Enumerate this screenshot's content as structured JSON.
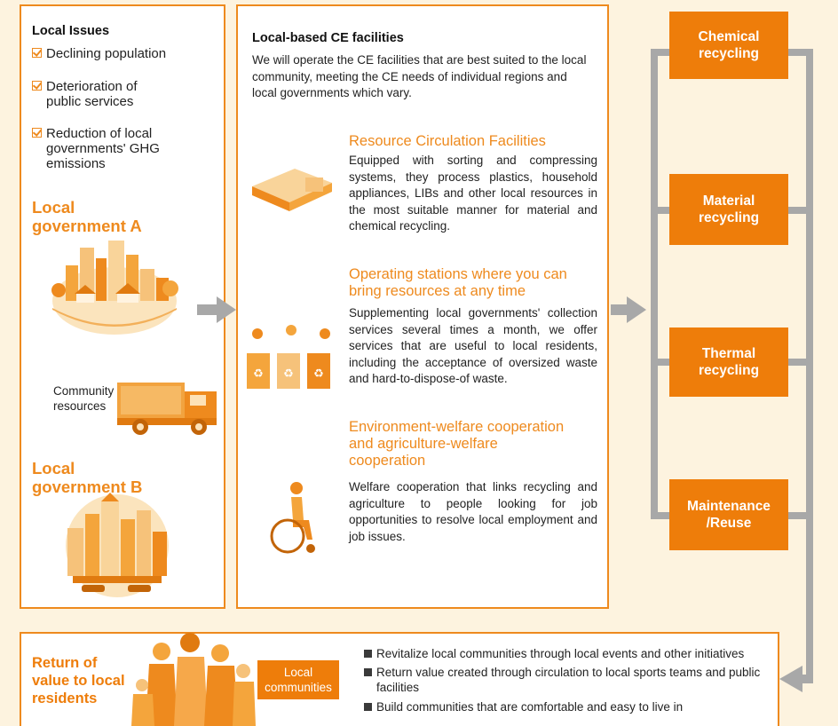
{
  "left_panel": {
    "title": "Local Issues",
    "issues": [
      "Declining population",
      "Deterioration of\npublic services",
      "Reduction of local\ngovernments' GHG\nemissions"
    ],
    "government_a": "Local\ngovernment A",
    "government_b": "Local\ngovernment B",
    "community_resources": "Community\nresources"
  },
  "center_panel": {
    "title": "Local-based CE facilities",
    "intro": "We will operate the CE facilities that are best suited to the local community, meeting the CE needs of individual regions and local governments which vary.",
    "sections": [
      {
        "heading": "Resource Circulation Facilities",
        "text": "Equipped with sorting and compressing systems, they process plastics, household appliances, LIBs and other local resources in the most suitable manner for material and chemical recycling."
      },
      {
        "heading": "Operating stations where you can\nbring resources at any time",
        "text": "Supplementing local governments' collection services several times a month, we offer services that are useful to local residents, including the acceptance of oversized waste and hard-to-dispose-of waste."
      },
      {
        "heading": "Environment-welfare cooperation\nand agriculture-welfare\ncooperation",
        "text": "Welfare cooperation that links recycling and agriculture to people looking for job opportunities to resolve local employment and job issues."
      }
    ]
  },
  "recycling": [
    "Chemical\nrecycling",
    "Material\nrecycling",
    "Thermal\nrecycling",
    "Maintenance\n/Reuse"
  ],
  "bottom": {
    "title": "Return of\nvalue to local\nresidents",
    "badge": "Local\ncommunities",
    "bullets": [
      "Revitalize local communities through local events and other initiatives",
      "Return value created through circulation to local sports teams and public facilities",
      "Build communities that are comfortable and easy to live in"
    ]
  },
  "colors": {
    "accent": "#ee7d0a",
    "border": "#ee8a1e",
    "background": "#fdf3df",
    "connector": "#a8a8a8"
  }
}
